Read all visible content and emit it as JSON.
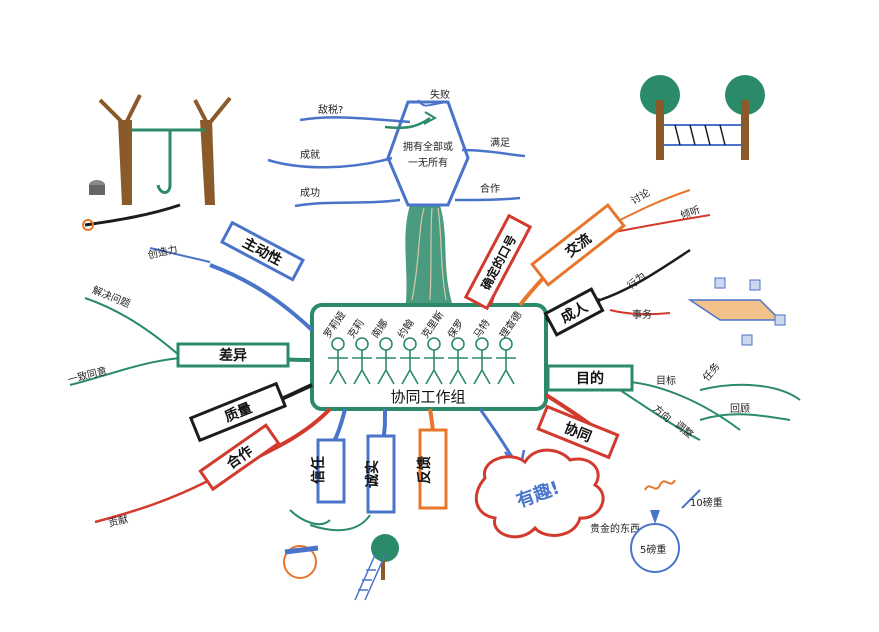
{
  "center": {
    "title": "协同工作组",
    "names": [
      "罗莉娅",
      "克莉",
      "南娜",
      "约翰",
      "克里斯",
      "保罗",
      "马特",
      "理查德"
    ]
  },
  "top_node": {
    "text_line1": "拥有全部或",
    "text_line2": "一无所有",
    "left_top": "敌税?",
    "left_mid": "成就",
    "left_bottom": "成功",
    "top": "失败",
    "right_mid": "满足",
    "right_bottom": "合作"
  },
  "branches": {
    "proactive": "主动性",
    "create": "创造力",
    "solve": "解决问题",
    "difference": "差异",
    "consensus": "一致同意",
    "quality": "质量",
    "cooperate": "合作",
    "contribute": "贡献",
    "trust": "信任",
    "honest": "诚实",
    "feedback": "反馈",
    "fun": "有趣!",
    "valuable": "贵金的东西",
    "coordinate": "协同",
    "direction": "方向",
    "adjust": "调整",
    "return": "回顾",
    "goal": "目的",
    "target": "目标",
    "task": "任务",
    "adult": "成人",
    "matter": "事务",
    "behavior": "行为",
    "communicate": "交流",
    "chat": "讨论",
    "listen": "倾听",
    "slogan": "确定的口号",
    "ten_hours": "10磅重",
    "five_hours": "5磅重"
  },
  "colors": {
    "green": "#2a8a6a",
    "blue": "#4a74c9",
    "red": "#d23a2e",
    "orange": "#e8752a",
    "black": "#1c1c1c",
    "brown": "#8a5a2b"
  }
}
